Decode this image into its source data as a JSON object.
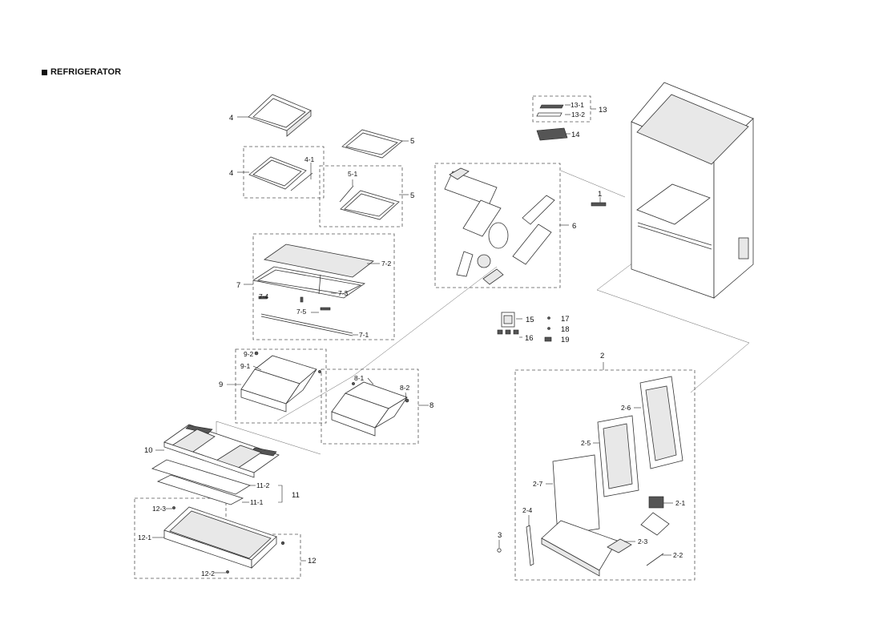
{
  "page": {
    "title": "REFRIGERATOR"
  },
  "labels": {
    "p1": "1",
    "p2": "2",
    "p2_1": "2-1",
    "p2_2": "2-2",
    "p2_3": "2-3",
    "p2_4": "2-4",
    "p2_5": "2-5",
    "p2_6": "2-6",
    "p2_7": "2-7",
    "p3": "3",
    "p4a": "4",
    "p4b": "4",
    "p4_1": "4-1",
    "p5a": "5",
    "p5b": "5",
    "p5_1": "5-1",
    "p6": "6",
    "p7": "7",
    "p7_1": "7-1",
    "p7_2": "7-2",
    "p7_3": "7-3",
    "p7_4": "7-4",
    "p7_5": "7-5",
    "p8": "8",
    "p8_1": "8-1",
    "p8_2": "8-2",
    "p9": "9",
    "p9_1": "9-1",
    "p9_2": "9-2",
    "p10": "10",
    "p11": "11",
    "p11_1": "11-1",
    "p11_2": "11-2",
    "p12": "12",
    "p12_1": "12-1",
    "p12_2": "12-2",
    "p12_3": "12-3",
    "p13": "13",
    "p13_1": "13-1",
    "p13_2": "13-2",
    "p14": "14",
    "p15": "15",
    "p16": "16",
    "p17": "17",
    "p18": "18",
    "p19": "19"
  },
  "icons": {
    "title_marker": "black-square-icon"
  },
  "colors": {
    "line": "#333333",
    "dashed_box": "#555555",
    "text": "#111111"
  }
}
